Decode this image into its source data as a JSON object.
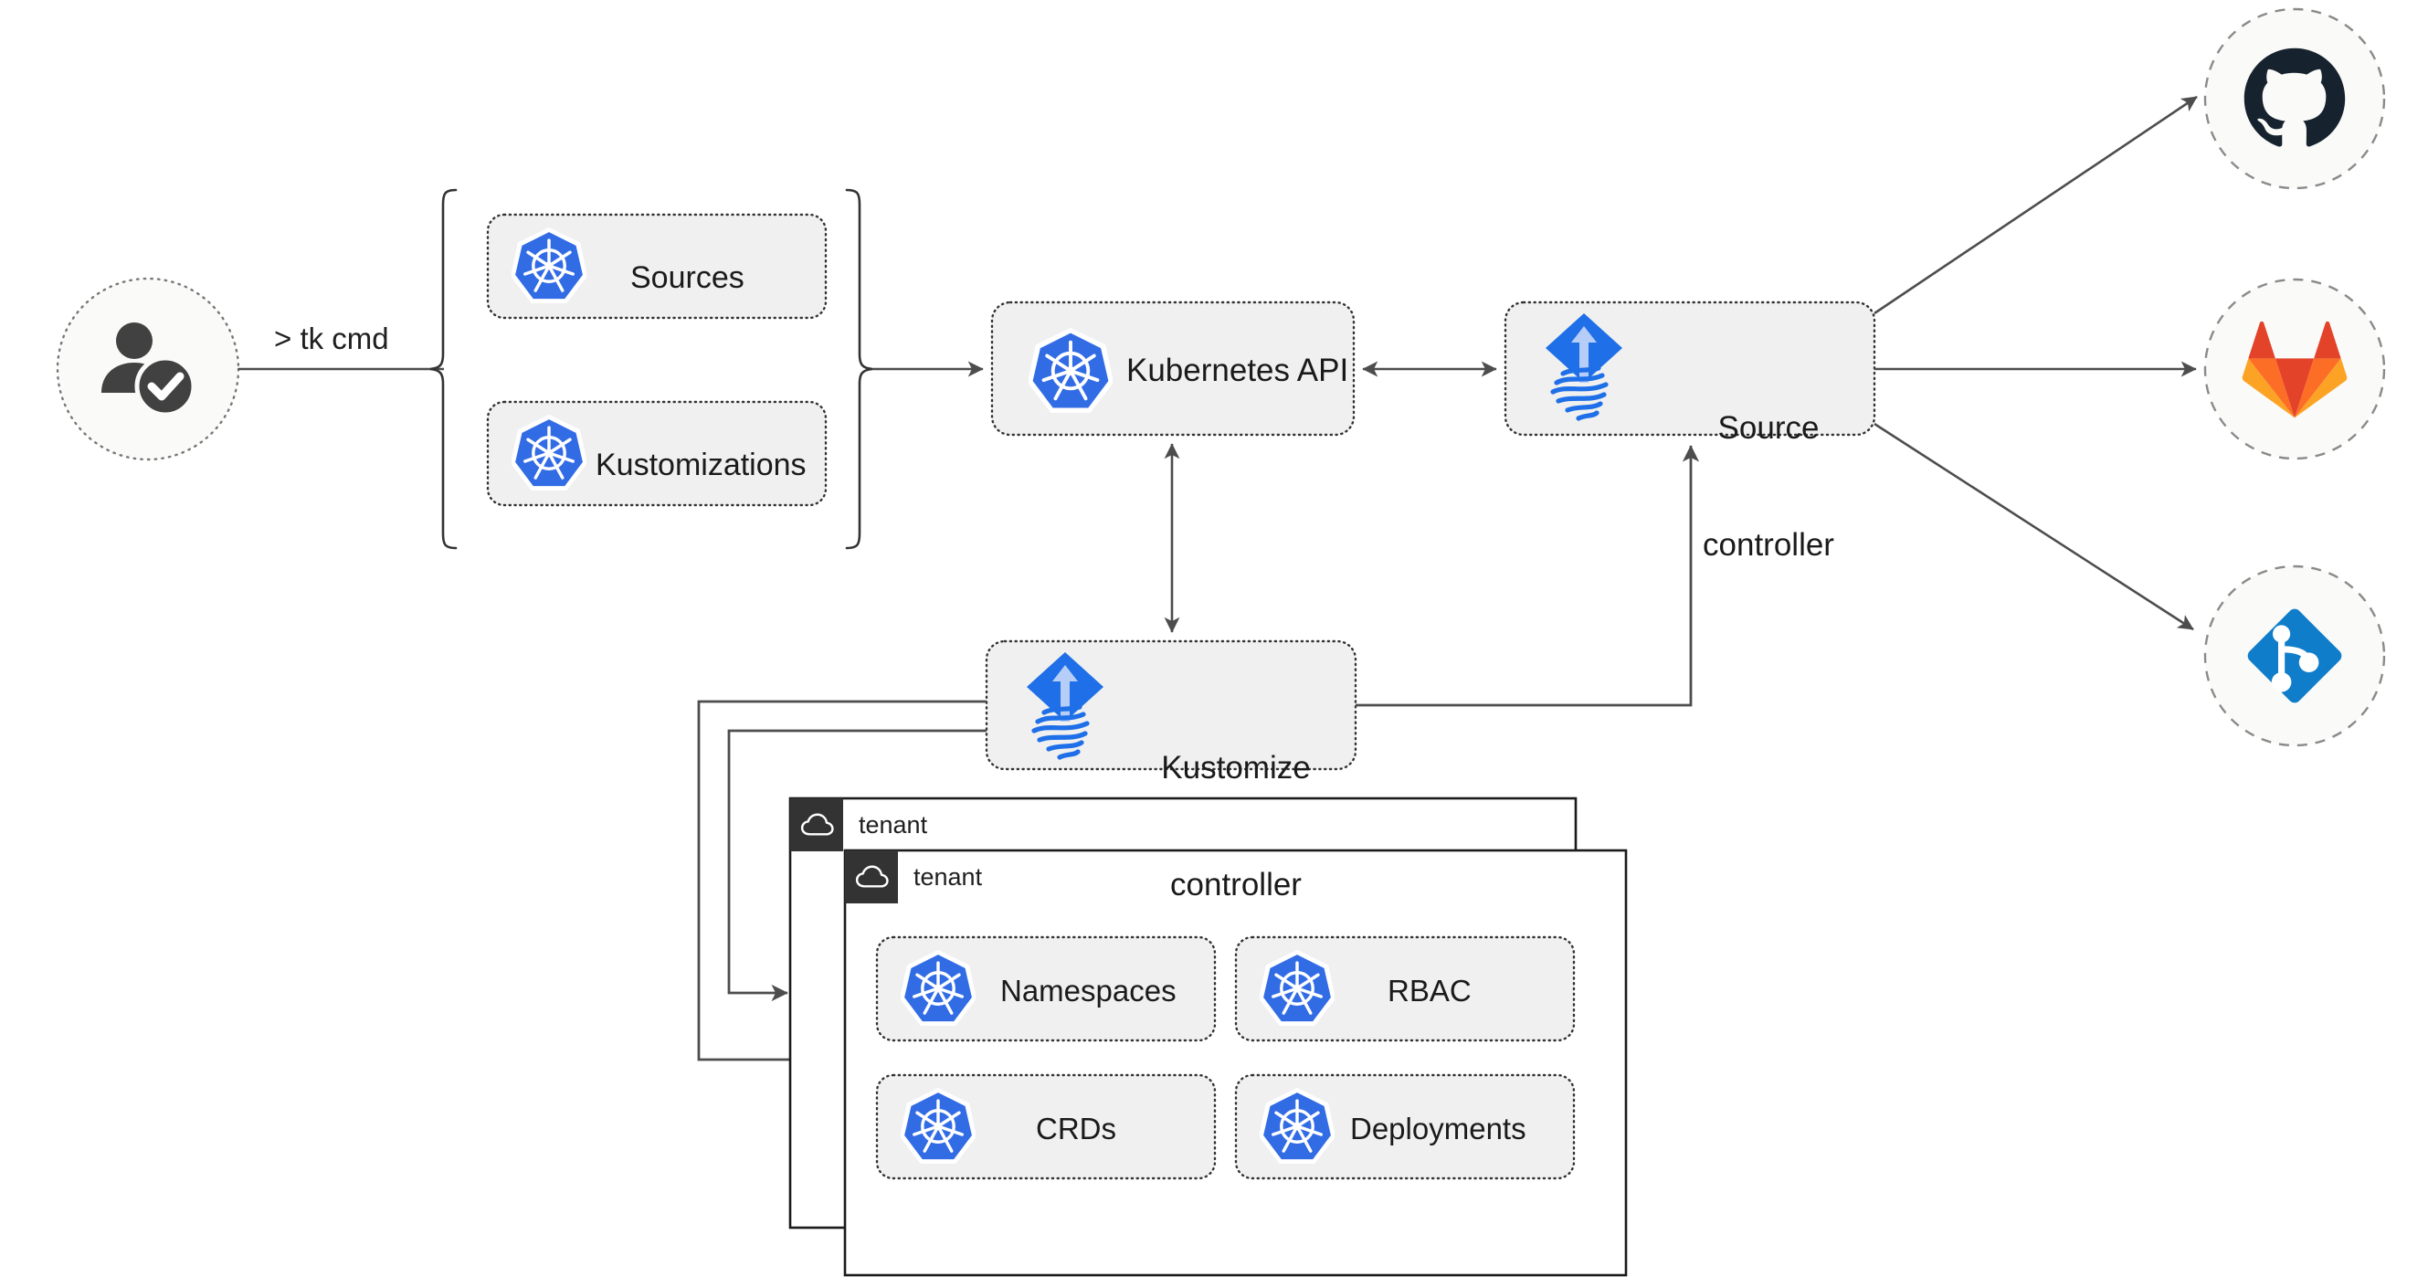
{
  "diagram": {
    "title": "Flux multi-tenancy GitOps reconciliation flow",
    "background": "#ffffff",
    "accent_blue": "#326ce5",
    "flux_blue": "#1e6fe8",
    "line_color": "#4d4d4d",
    "box_fill": "#f0f0f0",
    "box_border": "#333333",
    "circle_fill": "#fafaf8",
    "tenant_header_fill": "#333333"
  },
  "actor": {
    "name": "user-actor",
    "icon": "user-verified-icon",
    "shape": "dotted-circle"
  },
  "cli_edge": {
    "label": "> tk cmd"
  },
  "resource_group": {
    "bracket": "curly-brace-pair",
    "items": [
      {
        "label": "Sources",
        "icon": "kubernetes-icon"
      },
      {
        "label": "Kustomizations",
        "icon": "kubernetes-icon"
      }
    ]
  },
  "core_nodes": [
    {
      "id": "kubernetes-api",
      "label": "Kubernetes API",
      "icon": "kubernetes-icon",
      "lines": [
        "Kubernetes API"
      ]
    },
    {
      "id": "source-controller",
      "label": "Source controller",
      "icon": "flux-icon",
      "lines": [
        "Source",
        "controller"
      ]
    },
    {
      "id": "kustomize-controller",
      "label": "Kustomize controller",
      "icon": "flux-icon",
      "lines": [
        "Kustomize",
        "controller"
      ]
    }
  ],
  "git_providers": [
    {
      "id": "github",
      "icon": "github-icon",
      "label": "GitHub",
      "color": "#16232e"
    },
    {
      "id": "gitlab",
      "icon": "gitlab-icon",
      "label": "GitLab",
      "color": "#e24329"
    },
    {
      "id": "git",
      "icon": "git-repository-icon",
      "label": "Git",
      "color": "#0f7dca"
    }
  ],
  "tenants": [
    {
      "id": "tenant-back",
      "title": "tenant",
      "icon": "cloud-icon"
    },
    {
      "id": "tenant-front",
      "title": "tenant",
      "icon": "cloud-icon",
      "resources": [
        {
          "label": "Namespaces",
          "icon": "kubernetes-icon"
        },
        {
          "label": "RBAC",
          "icon": "kubernetes-icon"
        },
        {
          "label": "CRDs",
          "icon": "kubernetes-icon"
        },
        {
          "label": "Deployments",
          "icon": "kubernetes-icon"
        }
      ]
    }
  ],
  "connections": [
    {
      "from": "user-actor",
      "to": "resource-group",
      "label": "> tk cmd",
      "arrow": "none"
    },
    {
      "from": "resource-group",
      "to": "kubernetes-api",
      "arrow": "single"
    },
    {
      "from": "kubernetes-api",
      "to": "source-controller",
      "arrow": "double"
    },
    {
      "from": "kubernetes-api",
      "to": "kustomize-controller",
      "arrow": "double"
    },
    {
      "from": "kustomize-controller",
      "to": "source-controller",
      "arrow": "single"
    },
    {
      "from": "source-controller",
      "to": "github",
      "arrow": "single"
    },
    {
      "from": "source-controller",
      "to": "gitlab",
      "arrow": "single"
    },
    {
      "from": "source-controller",
      "to": "git",
      "arrow": "single"
    },
    {
      "from": "kustomize-controller",
      "to": "tenant-back",
      "arrow": "single"
    },
    {
      "from": "kustomize-controller",
      "to": "tenant-front",
      "arrow": "single"
    }
  ]
}
